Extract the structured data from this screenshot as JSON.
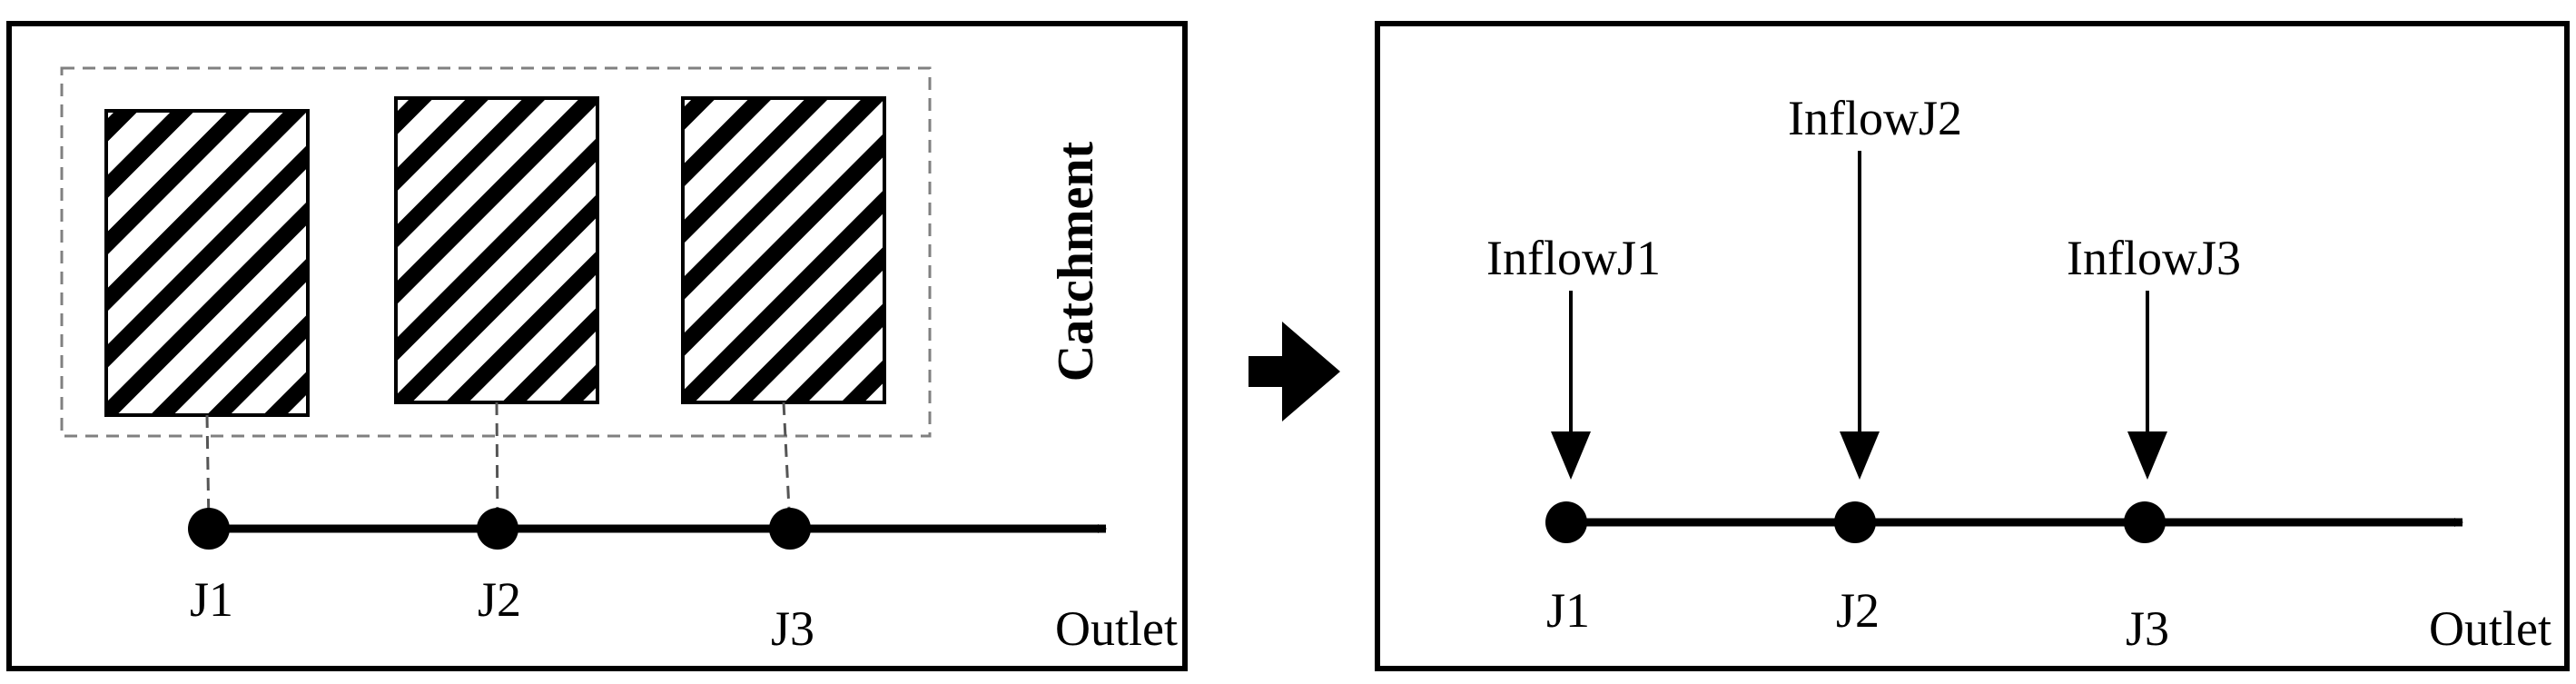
{
  "left_panel": {
    "catchment_label": "Catchment",
    "junctions": [
      "J1",
      "J2",
      "J3"
    ],
    "outlet_label": "Outlet"
  },
  "arrow_icon": "right-block-arrow-icon",
  "right_panel": {
    "inflows": [
      "InflowJ1",
      "InflowJ2",
      "InflowJ3"
    ],
    "junctions": [
      "J1",
      "J2",
      "J3"
    ],
    "outlet_label": "Outlet"
  },
  "colors": {
    "stroke": "#000000",
    "dashed": "#808080",
    "background": "#ffffff"
  }
}
